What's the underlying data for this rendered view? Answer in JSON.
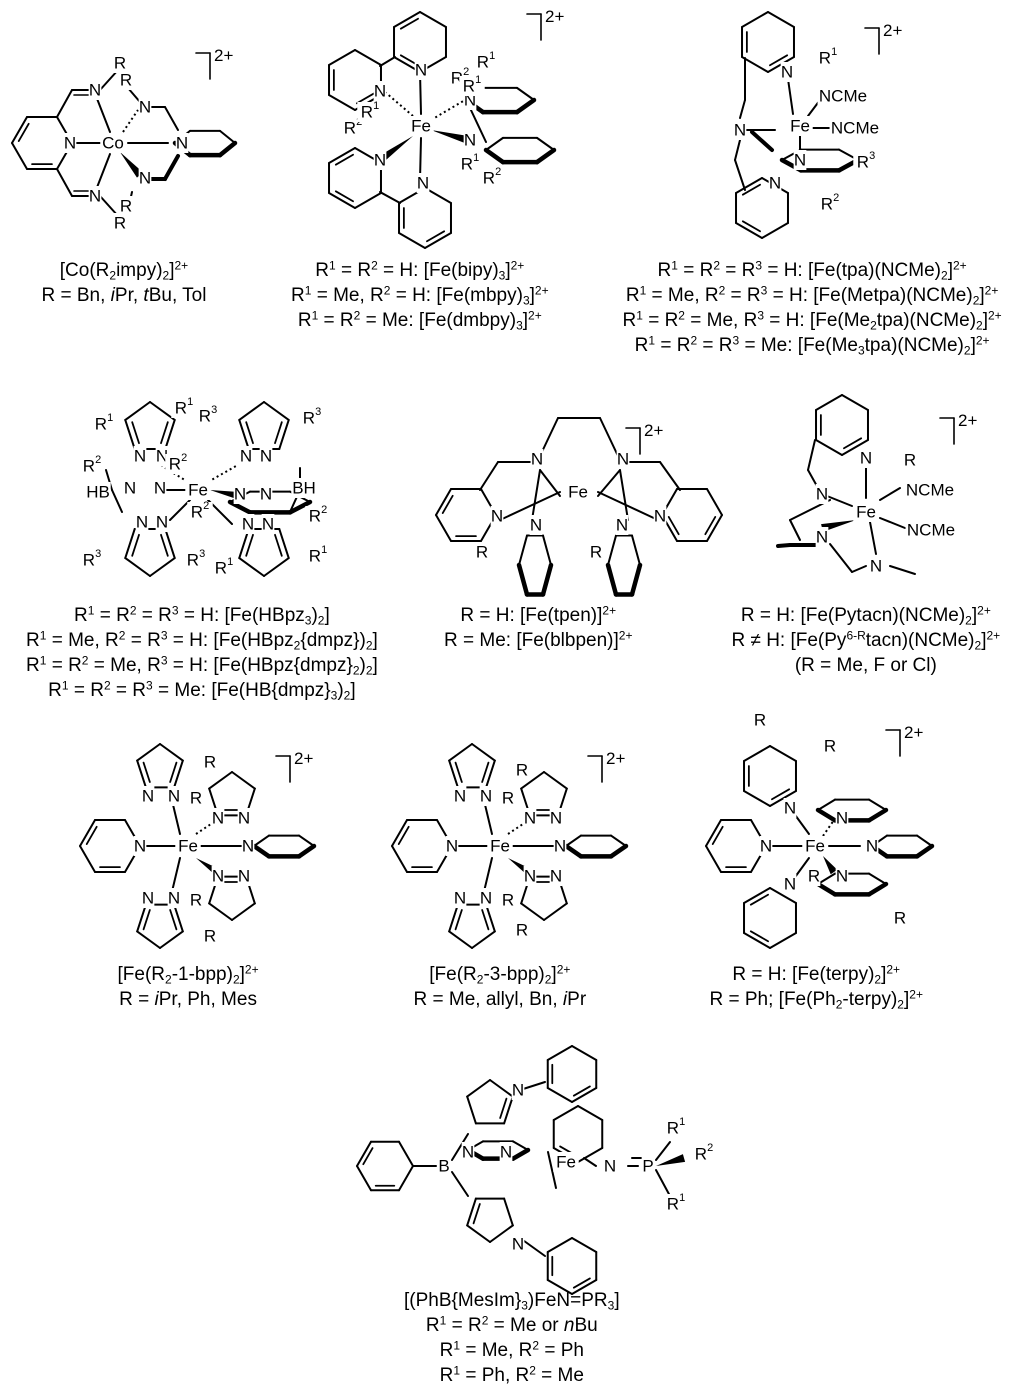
{
  "figure": {
    "complexes": [
      {
        "id": "co-impy",
        "labels": {
          "metal": "Co",
          "charge": "2+",
          "n": "N",
          "r": "R",
          "caption": [
            "[Co(R<sub>2</sub>impy)<sub>2</sub>]<sup>2+</sup>",
            "R = Bn, <i>i</i>Pr, <i>t</i>Bu, Tol"
          ]
        }
      },
      {
        "id": "fe-bipy",
        "labels": {
          "metal": "Fe",
          "charge": "2+",
          "n": "N",
          "r1": "R<tspan baseline-shift=\"super\" font-size=\"11\">1</tspan>",
          "r2": "R<tspan baseline-shift=\"super\" font-size=\"11\">2</tspan>",
          "caption": [
            "R<sup>1</sup> = R<sup>2</sup> = H: [Fe(bipy)<sub>3</sub>]<sup>2+</sup>",
            "R<sup>1</sup> = Me, R<sup>2</sup> = H: [Fe(mbpy)<sub>3</sub>]<sup>2+</sup>",
            "R<sup>1</sup> = R<sup>2</sup> = Me: [Fe(dmbpy)<sub>3</sub>]<sup>2+</sup>"
          ]
        }
      },
      {
        "id": "fe-tpa",
        "labels": {
          "metal": "Fe",
          "charge": "2+",
          "n": "N",
          "ncme": "NCMe",
          "caption": [
            "R<sup>1</sup> = R<sup>2</sup> = R<sup>3</sup> = H: [Fe(tpa)(NCMe)<sub>2</sub>]<sup>2+</sup>",
            "R<sup>1</sup> = Me, R<sup>2</sup> = R<sup>3</sup> = H: [Fe(Metpa)(NCMe)<sub>2</sub>]<sup>2+</sup>",
            "R<sup>1</sup> = R<sup>2</sup> = Me, R<sup>3</sup> = H: [Fe(Me<sub>2</sub>tpa)(NCMe)<sub>2</sub>]<sup>2+</sup>",
            "R<sup>1</sup> = R<sup>2</sup> = R<sup>3</sup> = Me: [Fe(Me<sub>3</sub>tpa)(NCMe)<sub>2</sub>]<sup>2+</sup>"
          ]
        }
      },
      {
        "id": "fe-hbpz",
        "labels": {
          "metal": "Fe",
          "n": "N",
          "hb": "HB",
          "bh": "BH",
          "caption": [
            "R<sup>1</sup> = R<sup>2</sup> = R<sup>3</sup> = H: [Fe(HBpz<sub>3</sub>)<sub>2</sub>]",
            "R<sup>1</sup> = Me, R<sup>2</sup> = R<sup>3</sup> = H: [Fe(HBpz<sub>2</sub>{dmpz})<sub>2</sub>]",
            "R<sup>1</sup> = R<sup>2</sup> = Me, R<sup>3</sup> = H: [Fe(HBpz{dmpz}<sub>2</sub>)<sub>2</sub>]",
            "R<sup>1</sup> = R<sup>2</sup> = R<sup>3</sup> = Me: [Fe(HB{dmpz}<sub>3</sub>)<sub>2</sub>]"
          ]
        }
      },
      {
        "id": "fe-tpen",
        "labels": {
          "metal": "Fe",
          "charge": "2+",
          "n": "N",
          "r": "R",
          "caption": [
            "R = H: [Fe(tpen)]<sup>2+</sup>",
            "R = Me: [Fe(blbpen)]<sup>2+</sup>"
          ]
        }
      },
      {
        "id": "fe-pytacn",
        "labels": {
          "metal": "Fe",
          "charge": "2+",
          "n": "N",
          "r": "R",
          "ncme": "NCMe",
          "caption": [
            "R = H: [Fe(Pytacn)(NCMe)<sub>2</sub>]<sup>2+</sup>",
            "R ≠ H: [Fe(Py<sup>6-R</sup>tacn)(NCMe)<sub>2</sub>]<sup>2+</sup>",
            "(R = Me, F or Cl)"
          ]
        }
      },
      {
        "id": "fe-1bpp",
        "labels": {
          "metal": "Fe",
          "charge": "2+",
          "n": "N",
          "r": "R",
          "caption": [
            "[Fe(R<sub>2</sub>-1-bpp)<sub>2</sub>]<sup>2+</sup>",
            "R = <i>i</i>Pr, Ph, Mes"
          ]
        }
      },
      {
        "id": "fe-3bpp",
        "labels": {
          "metal": "Fe",
          "charge": "2+",
          "n": "N",
          "r": "R",
          "caption": [
            "[Fe(R<sub>2</sub>-3-bpp)<sub>2</sub>]<sup>2+</sup>",
            "R = Me, allyl, Bn, <i>i</i>Pr"
          ]
        }
      },
      {
        "id": "fe-terpy",
        "labels": {
          "metal": "Fe",
          "charge": "2+",
          "n": "N",
          "r": "R",
          "caption": [
            "R = H: [Fe(terpy)<sub>2</sub>]<sup>2+</sup>",
            "R = Ph; [Fe(Ph<sub>2</sub>-terpy)<sub>2</sub>]<sup>2+</sup>"
          ]
        }
      },
      {
        "id": "fe-phosphinimide",
        "labels": {
          "metal": "Fe",
          "n": "N",
          "b": "B",
          "p": "P",
          "caption": [
            "[(PhB{MesIm}<sub>3</sub>)FeN=PR<sub>3</sub>]",
            "R<sup>1</sup> = R<sup>2</sup> = Me or <i>n</i>Bu",
            "R<sup>1</sup> = Me, R<sup>2</sup> = Ph",
            "R<sup>1</sup> = Ph, R<sup>2</sup> = Me"
          ]
        }
      }
    ]
  }
}
